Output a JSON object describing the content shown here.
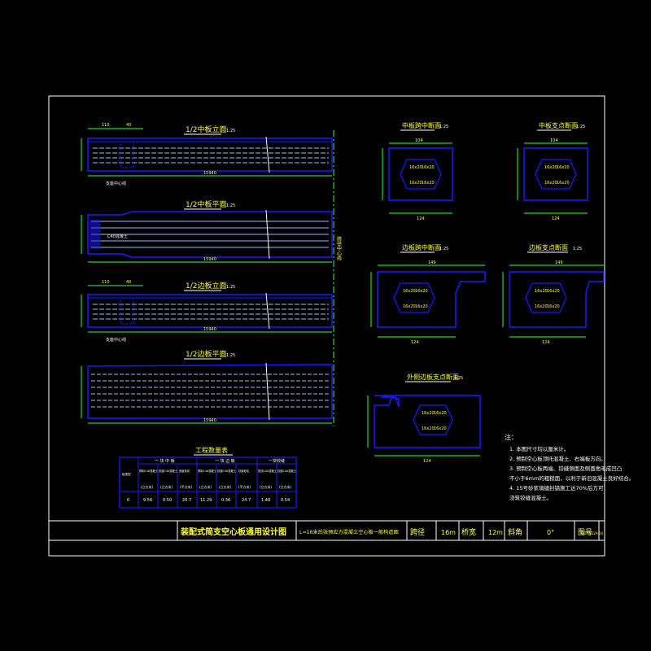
{
  "sheet": {
    "border_color": "#ffffff",
    "beam_color": "#1a1aff",
    "dim_color": "#33ff33",
    "text_color": "#ffff33"
  },
  "elevations": [
    {
      "title": "1/2中板立面",
      "scale": "1:25",
      "dims": [
        "110",
        "40"
      ],
      "len": "15940",
      "note": "支座中心线"
    },
    {
      "title": "1/2中板平面",
      "scale": "1:25",
      "dims": [],
      "len": "15940",
      "note": "C40混凝土"
    },
    {
      "title": "1/2边板立面",
      "scale": "1:25",
      "dims": [
        "110",
        "40"
      ],
      "len": "15940",
      "note": "支座中心线"
    },
    {
      "title": "1/2边板平面",
      "scale": "1:25",
      "dims": [],
      "len": "15940",
      "note": ""
    }
  ],
  "center_label": "跨径中心线",
  "sections": [
    {
      "title": "中板跨中断面",
      "scale": "1:25",
      "top": "104",
      "bottom": "124",
      "cells": [
        "16x20",
        "16x20",
        "16x20",
        "16x20"
      ]
    },
    {
      "title": "中板支点断面",
      "scale": "1:25",
      "top": "104",
      "bottom": "124",
      "cells": [
        "16x20",
        "16x20",
        "16x20",
        "16x20"
      ]
    },
    {
      "title": "边板跨中断面",
      "scale": "1:25",
      "top": "149",
      "bottom": "124",
      "cells": [
        "16x20",
        "16x20",
        "16x20",
        "16x20"
      ]
    },
    {
      "title": "边板支点断面",
      "scale": "1:25",
      "top": "149",
      "bottom": "124",
      "cells": [
        "16x20",
        "16x20",
        "16x20",
        "16x20"
      ]
    },
    {
      "title": "外侧边板支点断面",
      "scale": "1:25",
      "top": "",
      "bottom": "124",
      "cells": [
        "16x20",
        "16x20",
        "16x20",
        "16x20"
      ]
    }
  ],
  "table": {
    "title": "工程数量表",
    "groups": [
      "一 块 中 板",
      "一 块 边 板",
      "一块铰缝"
    ],
    "headers": [
      "板类型",
      "预制C40混凝土",
      "铰缝C40混凝土",
      "底板砂浆",
      "预制C40混凝土",
      "铰缝C40混凝土",
      "铰缝砂浆",
      "现浇C40混凝土",
      "铰缝C40混凝土"
    ],
    "units": [
      "",
      "(立方米)",
      "(立方米)",
      "(平方米)",
      "(立方米)",
      "(立方米)",
      "(平方米)",
      "(立方米)",
      "(立方米)"
    ],
    "row": [
      "0",
      "9.56",
      "0.50",
      "20.7",
      "11.29",
      "0.36",
      "24.7",
      "1.48",
      "0.54"
    ]
  },
  "notes": {
    "heading": "注：",
    "items": [
      "1. 本图尺寸均以厘米计。",
      "2. 预制空心板顶托混凝土、右端板方向。",
      "3. 预制空心板两端、铰缝侧面及侧面凿毛成凹凸",
      "   不小于6mm的粗糙面，以利于新旧混凝土良好结合。",
      "4. 15号砂浆填缝封锚施工达70%后方可",
      "   浇筑铰缝混凝土。"
    ]
  },
  "title_block": {
    "project": "装配式简支空心板通用设计图",
    "drawing": "L=16米后张预应力混凝土空心板一般构造图",
    "span_label": "跨径",
    "span_value": "16m",
    "width_label": "桥宽",
    "width_value": "12m",
    "skew_label": "斜角",
    "skew_value": "0°",
    "no_label": "图号",
    "no_value": "SK16N12A-04"
  }
}
